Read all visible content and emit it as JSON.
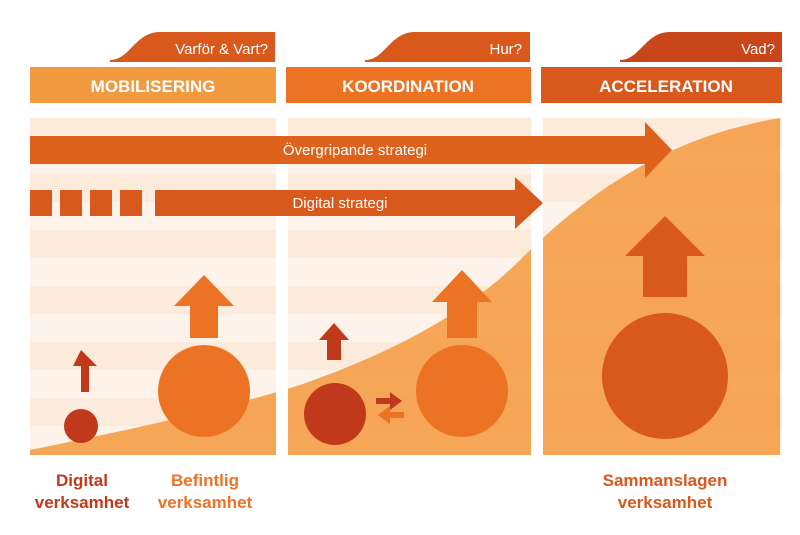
{
  "phases": [
    {
      "question": "Varför & Vart?",
      "title": "MOBILISERING"
    },
    {
      "question": "Hur?",
      "title": "KOORDINATION"
    },
    {
      "question": "Vad?",
      "title": "ACCELERATION"
    }
  ],
  "arrows": {
    "overall": "Övergripande strategi",
    "digital": "Digital strategi"
  },
  "captions": {
    "digital": [
      "Digital",
      "verksamhet"
    ],
    "befintlig": [
      "Befintlig",
      "verksamhet"
    ],
    "sammanslagen": [
      "Sammanslagen",
      "verksamhet"
    ]
  },
  "colors": {
    "dark_red": "#C0391B",
    "dark_orange": "#D9581B",
    "orange": "#EC7324",
    "light_orange": "#F19A40",
    "band_light": "#FCEADB",
    "band_lighter": "#FDF3EA"
  }
}
